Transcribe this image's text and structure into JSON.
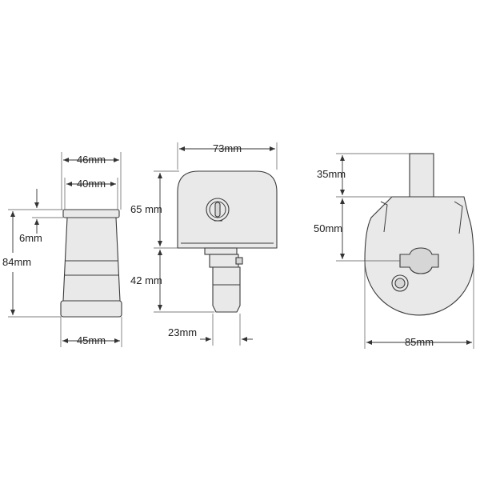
{
  "dimensions": {
    "side_top_width": "46mm",
    "side_inner_width": "40mm",
    "side_flange_height": "6mm",
    "side_total_height": "84mm",
    "side_bottom_width": "45mm",
    "front_width": "73mm",
    "front_body_height": "65 mm",
    "front_pin_height": "42 mm",
    "front_pin_width": "23mm",
    "end_shaft_height": "35mm",
    "end_body_height": "50mm",
    "end_width": "85mm"
  },
  "colors": {
    "body": "#e9e9e9",
    "line": "#3a3a3a"
  }
}
